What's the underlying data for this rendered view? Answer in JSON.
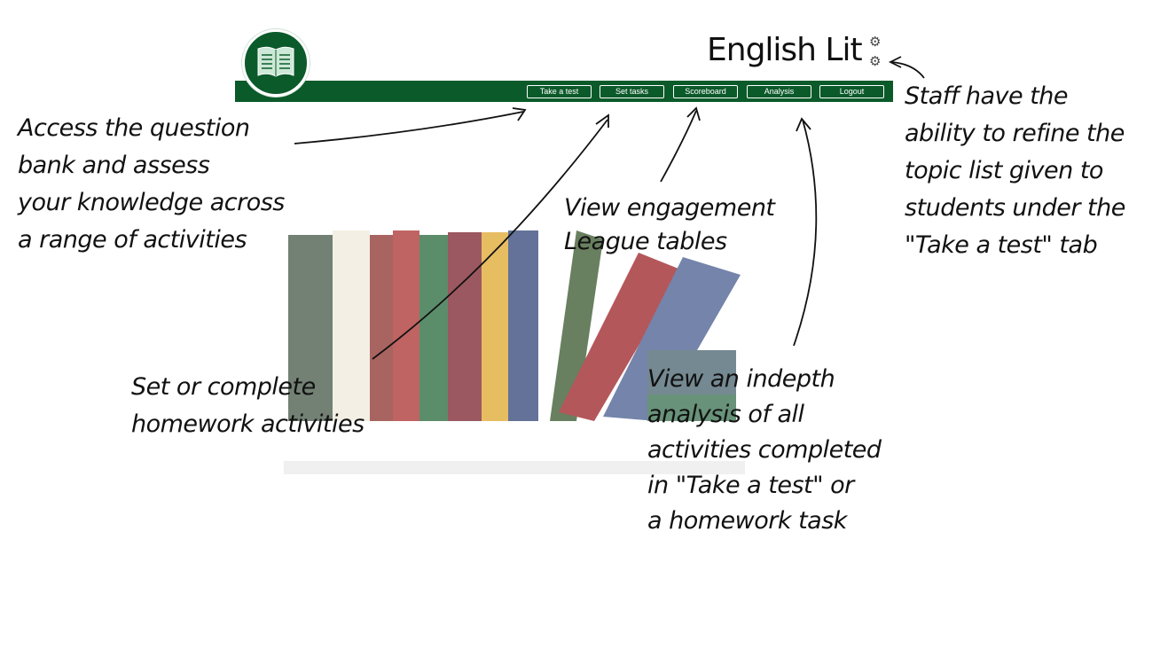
{
  "header": {
    "title": "English Lit",
    "icons": [
      "user-settings-icon",
      "topic-settings-icon"
    ]
  },
  "nav": {
    "items": [
      {
        "label": "Take a test"
      },
      {
        "label": "Set tasks"
      },
      {
        "label": "Scoreboard"
      },
      {
        "label": "Analysis"
      },
      {
        "label": "Logout"
      }
    ]
  },
  "colors": {
    "brand": "#0b5a2a"
  },
  "annotations": {
    "take_test": "Access the question\nbank and assess\nyour knowledge across\na range of activities",
    "set_tasks": "Set or complete\nhomework activities",
    "scoreboard": "View engagement\nLeague tables",
    "analysis": "View an indepth\nanalysis of all\nactivities completed\nin \"Take a test\" or\na homework task",
    "staff": "Staff have the\nability to refine the\ntopic list given to\nstudents under the\n\"Take a test\" tab"
  }
}
